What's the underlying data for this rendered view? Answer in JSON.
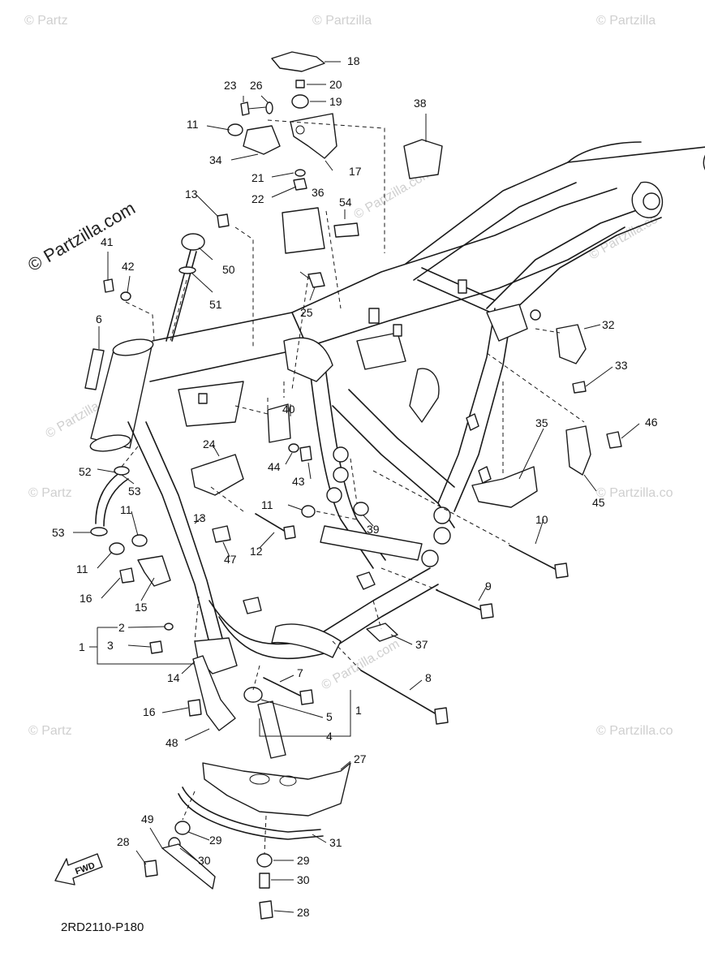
{
  "diagram_code": "2RD2110-P180",
  "watermark": "© Partzilla.com",
  "watermark_short": "© Partzilla.co",
  "watermark_left": "© Partz",
  "watermark_top": "© Partzilla",
  "fwd_label": "FWD",
  "callouts": {
    "c1a": "1",
    "c1b": "1",
    "c2": "2",
    "c3": "3",
    "c4": "4",
    "c5": "5",
    "c6": "6",
    "c7": "7",
    "c8": "8",
    "c9": "9",
    "c10": "10",
    "c11a": "11",
    "c11b": "11",
    "c11c": "11",
    "c11d": "11",
    "c12": "12",
    "c13a": "13",
    "c13b": "13",
    "c14": "14",
    "c15": "15",
    "c16a": "16",
    "c16b": "16",
    "c17": "17",
    "c18": "18",
    "c19": "19",
    "c20": "20",
    "c21": "21",
    "c22": "22",
    "c23": "23",
    "c24": "24",
    "c25": "25",
    "c26": "26",
    "c27": "27",
    "c28a": "28",
    "c28b": "28",
    "c29a": "29",
    "c29b": "29",
    "c30a": "30",
    "c30b": "30",
    "c31": "31",
    "c32": "32",
    "c33": "33",
    "c34": "34",
    "c35": "35",
    "c36": "36",
    "c37": "37",
    "c38": "38",
    "c39": "39",
    "c40": "40",
    "c41": "41",
    "c42": "42",
    "c43": "43",
    "c44": "44",
    "c45": "45",
    "c46": "46",
    "c47": "47",
    "c48": "48",
    "c49": "49",
    "c50": "50",
    "c51": "51",
    "c52": "52",
    "c53a": "53",
    "c53b": "53",
    "c54": "54"
  }
}
